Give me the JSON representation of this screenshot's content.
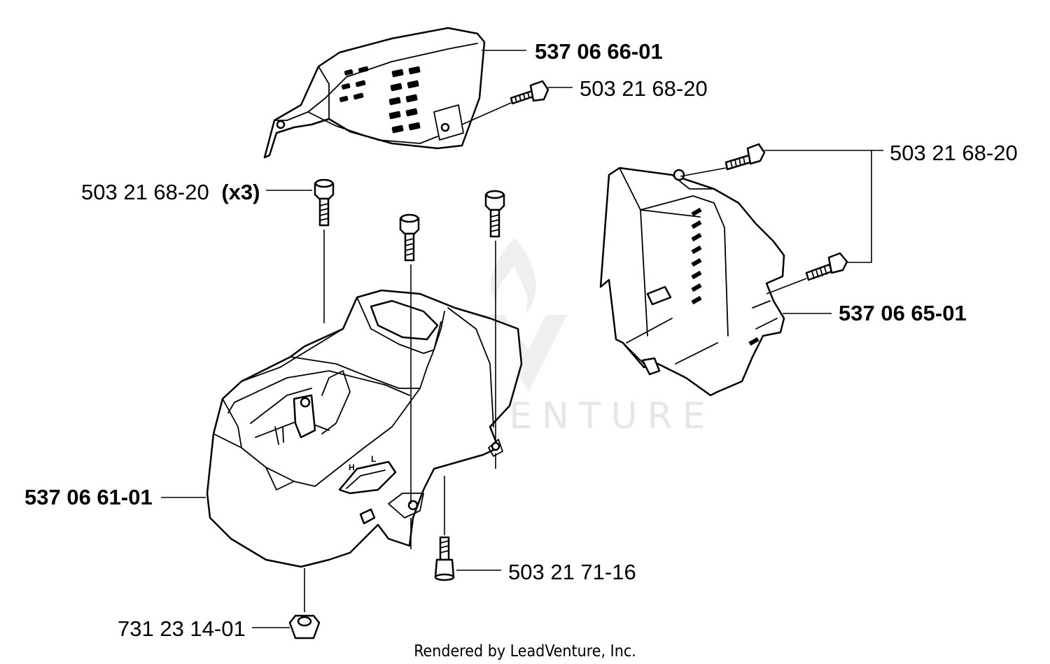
{
  "watermark": {
    "brand": "LEADVENTURE",
    "color": "#e6e6e6"
  },
  "footer": {
    "text": "Rendered by LeadVenture, Inc."
  },
  "callouts": [
    {
      "id": "top-cover",
      "part_number": "537 06 66-01",
      "bold": true
    },
    {
      "id": "top-cover-screw",
      "part_number": "503 21 68-20",
      "bold": false
    },
    {
      "id": "right-cover-screws",
      "part_number": "503 21 68-20",
      "bold": false
    },
    {
      "id": "cylinder-cover-screws",
      "part_number": "503 21 68-20",
      "qty": "(x3)",
      "bold": false
    },
    {
      "id": "right-cover",
      "part_number": "537 06 65-01",
      "bold": true
    },
    {
      "id": "cylinder-cover",
      "part_number": "537 06 61-01",
      "bold": true
    },
    {
      "id": "bottom-screw",
      "part_number": "503 21 71-16",
      "bold": false
    },
    {
      "id": "nut",
      "part_number": "731 23 14-01",
      "bold": false
    }
  ],
  "cover_markings": {
    "high": "H",
    "low": "L"
  }
}
